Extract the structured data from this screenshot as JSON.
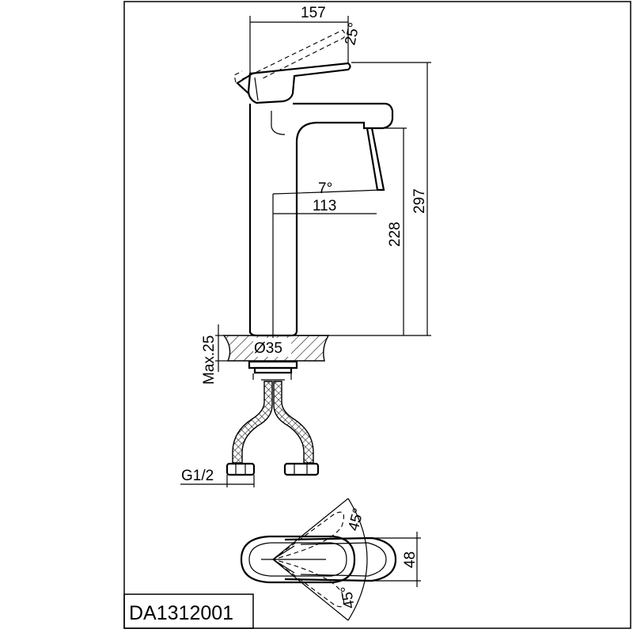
{
  "dimensions": {
    "overall_length": "157",
    "lever_angle": "25°",
    "spout_angle": "7°",
    "spout_reach": "113",
    "spout_height": "228",
    "total_height": "297",
    "max_deck_thickness": "Max.25",
    "hole_diameter": "Ø35",
    "thread_size": "G1/2",
    "rotation_angle_top": "45°",
    "rotation_angle_bottom": "45°",
    "base_width": "48"
  },
  "product_code": "DA1312001",
  "colors": {
    "line": "#000000",
    "background": "#ffffff"
  }
}
